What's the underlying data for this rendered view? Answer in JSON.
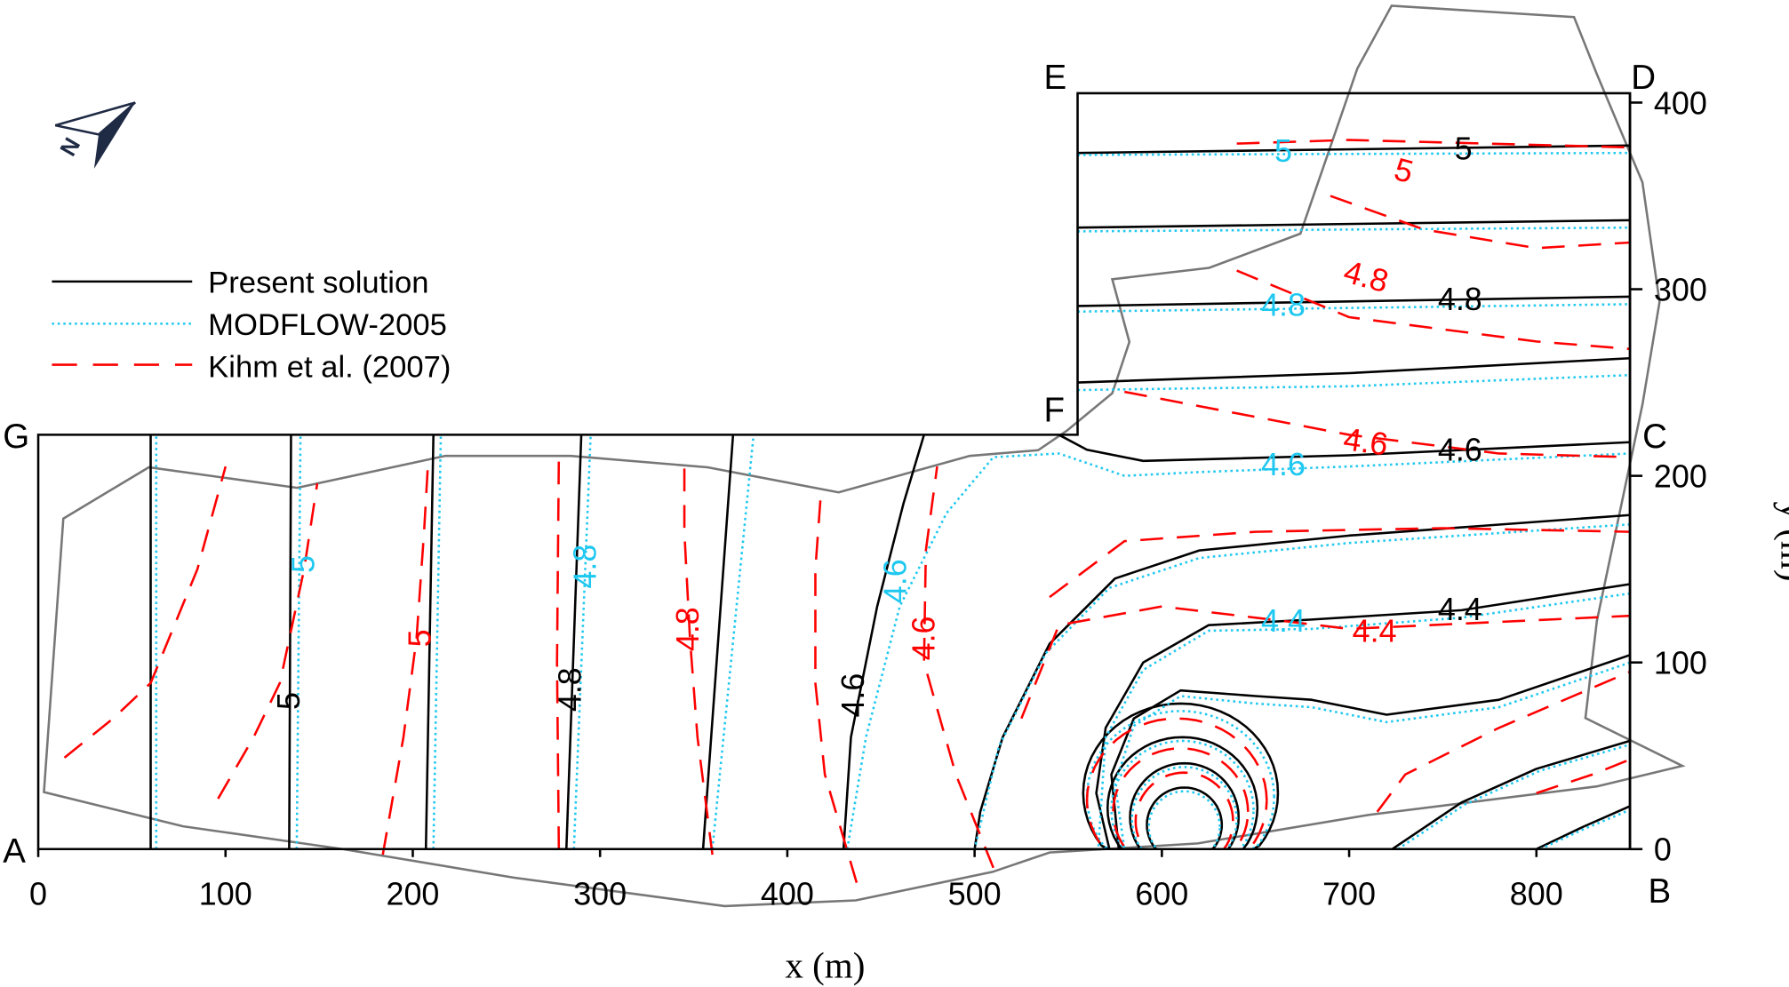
{
  "chart_data": {
    "type": "line",
    "subtype": "contour",
    "xlabel": "x (m)",
    "ylabel": "y (m)",
    "xlim": [
      0,
      850
    ],
    "ylim": [
      0,
      405
    ],
    "xticks": [
      "0",
      "100",
      "200",
      "300",
      "400",
      "500",
      "600",
      "700",
      "800"
    ],
    "xtick_values": [
      0,
      100,
      200,
      300,
      400,
      500,
      600,
      700,
      800
    ],
    "yticks": [
      "0",
      "100",
      "200",
      "300",
      "400"
    ],
    "ytick_values": [
      0,
      100,
      200,
      300,
      400
    ],
    "corners": {
      "A": "A",
      "B": "B",
      "C": "C",
      "D": "D",
      "E": "E",
      "F": "F",
      "G": "G"
    },
    "legend": {
      "placement": "top-left",
      "entries": [
        {
          "label": "Present solution",
          "color": "#000000",
          "style": "solid"
        },
        {
          "label": "MODFLOW-2005",
          "color": "#1ec8f0",
          "style": "dotted"
        },
        {
          "label": "Kihm et al. (2007)",
          "color": "#ff0000",
          "style": "dashed"
        }
      ]
    },
    "series": [
      {
        "name": "Present solution",
        "color": "#000000",
        "lines": [
          [
            [
              60,
              0
            ],
            [
              60,
              222
            ]
          ],
          [
            [
              134,
              0
            ],
            [
              135,
              222
            ]
          ],
          [
            [
              207,
              0
            ],
            [
              211,
              222
            ]
          ],
          [
            [
              282,
              0
            ],
            [
              290,
              222
            ]
          ],
          [
            [
              355,
              0
            ],
            [
              371,
              222
            ]
          ],
          [
            [
              430,
              0
            ],
            [
              434,
              60
            ],
            [
              448,
              130
            ],
            [
              462,
              185
            ],
            [
              473,
              222
            ]
          ],
          [
            [
              555,
              373
            ],
            [
              850,
              377
            ]
          ],
          [
            [
              555,
              333
            ],
            [
              850,
              337
            ]
          ],
          [
            [
              555,
              291
            ],
            [
              850,
              296
            ]
          ],
          [
            [
              555,
              250
            ],
            [
              700,
              255
            ],
            [
              850,
              263
            ]
          ],
          [
            [
              545,
              222
            ],
            [
              560,
              214
            ],
            [
              590,
              208
            ],
            [
              700,
              211
            ],
            [
              850,
              218
            ]
          ],
          [
            [
              850,
              179
            ],
            [
              700,
              168
            ],
            [
              620,
              160
            ],
            [
              575,
              145
            ],
            [
              540,
              110
            ],
            [
              515,
              60
            ],
            [
              503,
              20
            ],
            [
              500,
              0
            ]
          ],
          [
            [
              850,
              142
            ],
            [
              760,
              128
            ],
            [
              680,
              123
            ],
            [
              625,
              120
            ],
            [
              590,
              100
            ],
            [
              570,
              65
            ],
            [
              565,
              30
            ],
            [
              572,
              0
            ]
          ],
          [
            [
              850,
              104
            ],
            [
              780,
              80
            ],
            [
              720,
              72
            ],
            [
              680,
              80
            ],
            [
              650,
              82
            ],
            [
              610,
              85
            ],
            [
              585,
              70
            ],
            [
              573,
              40
            ],
            [
              577,
              0
            ]
          ],
          [
            [
              723,
              0
            ],
            [
              760,
              25
            ],
            [
              800,
              43
            ],
            [
              850,
              58
            ]
          ],
          [
            [
              800,
              0
            ],
            [
              825,
              12
            ],
            [
              850,
              23
            ]
          ]
        ],
        "loops": [
          [
            610,
            30,
            52,
            48
          ],
          [
            611,
            22,
            40,
            38
          ],
          [
            612,
            17,
            29,
            29
          ],
          [
            612,
            13,
            20,
            20
          ]
        ]
      },
      {
        "name": "MODFLOW-2005",
        "color": "#1ec8f0",
        "lines": [
          [
            [
              63,
              0
            ],
            [
              63,
              222
            ]
          ],
          [
            [
              138,
              0
            ],
            [
              140,
              222
            ]
          ],
          [
            [
              211,
              0
            ],
            [
              215,
              222
            ]
          ],
          [
            [
              286,
              0
            ],
            [
              295,
              222
            ]
          ],
          [
            [
              360,
              0
            ],
            [
              382,
              222
            ]
          ],
          [
            [
              432,
              0
            ],
            [
              442,
              60
            ],
            [
              460,
              130
            ],
            [
              485,
              180
            ],
            [
              510,
              210
            ],
            [
              545,
              212
            ],
            [
              580,
              200
            ],
            [
              620,
              202
            ],
            [
              700,
              205
            ],
            [
              850,
              212
            ]
          ],
          [
            [
              555,
              372
            ],
            [
              850,
              373
            ]
          ],
          [
            [
              555,
              331
            ],
            [
              850,
              333
            ]
          ],
          [
            [
              555,
              288
            ],
            [
              850,
              292
            ]
          ],
          [
            [
              555,
              246
            ],
            [
              700,
              248
            ],
            [
              850,
              254
            ]
          ],
          [
            [
              850,
              174
            ],
            [
              700,
              164
            ],
            [
              620,
              156
            ],
            [
              572,
              140
            ],
            [
              538,
              105
            ],
            [
              513,
              55
            ],
            [
              500,
              0
            ]
          ],
          [
            [
              850,
              137
            ],
            [
              760,
              124
            ],
            [
              680,
              118
            ],
            [
              625,
              117
            ],
            [
              590,
              96
            ],
            [
              570,
              60
            ],
            [
              566,
              0
            ]
          ],
          [
            [
              850,
              100
            ],
            [
              780,
              76
            ],
            [
              720,
              68
            ],
            [
              680,
              76
            ],
            [
              650,
              78
            ],
            [
              610,
              82
            ],
            [
              585,
              66
            ],
            [
              575,
              35
            ],
            [
              580,
              0
            ]
          ],
          [
            [
              726,
              0
            ],
            [
              762,
              24
            ],
            [
              802,
              42
            ],
            [
              850,
              56
            ]
          ],
          [
            [
              802,
              0
            ],
            [
              826,
              11
            ],
            [
              850,
              21
            ]
          ]
        ],
        "loops": [
          [
            610,
            28,
            50,
            46
          ],
          [
            611,
            21,
            38,
            37
          ],
          [
            612,
            16,
            28,
            28
          ],
          [
            612,
            12,
            19,
            19
          ]
        ]
      },
      {
        "name": "Kihm et al. (2007)",
        "color": "#ff0000",
        "lines": [
          [
            [
              14,
              49
            ],
            [
              40,
              70
            ],
            [
              60,
              89
            ],
            [
              85,
              150
            ],
            [
              100,
              205
            ]
          ],
          [
            [
              96,
              27
            ],
            [
              115,
              60
            ],
            [
              129,
              89
            ],
            [
              142,
              150
            ],
            [
              149,
              196
            ]
          ],
          [
            [
              184,
              -3
            ],
            [
              195,
              60
            ],
            [
              202,
              113
            ],
            [
              206,
              170
            ],
            [
              208,
              204
            ]
          ],
          [
            [
              278,
              0
            ],
            [
              277,
              100
            ],
            [
              278,
              210
            ]
          ],
          [
            [
              360,
              -3
            ],
            [
              352,
              60
            ],
            [
              348,
              113
            ],
            [
              345,
              170
            ],
            [
              345,
              210
            ]
          ],
          [
            [
              437,
              -18
            ],
            [
              420,
              40
            ],
            [
              415,
              89
            ],
            [
              415,
              150
            ],
            [
              418,
              192
            ]
          ],
          [
            [
              510,
              -10
            ],
            [
              490,
              40
            ],
            [
              473,
              100
            ],
            [
              474,
              160
            ],
            [
              480,
              205
            ]
          ],
          [
            [
              640,
              378
            ],
            [
              700,
              380
            ],
            [
              850,
              376
            ]
          ],
          [
            [
              690,
              350
            ],
            [
              740,
              332
            ],
            [
              800,
              322
            ],
            [
              850,
              325
            ]
          ],
          [
            [
              640,
              310
            ],
            [
              700,
              285
            ],
            [
              800,
              272
            ],
            [
              850,
              268
            ]
          ],
          [
            [
              580,
              245
            ],
            [
              700,
              222
            ],
            [
              780,
              212
            ],
            [
              850,
              210
            ]
          ],
          [
            [
              540,
              135
            ],
            [
              580,
              165
            ],
            [
              650,
              170
            ],
            [
              750,
              172
            ],
            [
              850,
              170
            ]
          ],
          [
            [
              525,
              70
            ],
            [
              545,
              120
            ],
            [
              600,
              130
            ],
            [
              700,
              118
            ],
            [
              850,
              125
            ]
          ],
          [
            [
              715,
              20
            ],
            [
              730,
              40
            ],
            [
              780,
              65
            ],
            [
              850,
              95
            ]
          ],
          [
            [
              800,
              30
            ],
            [
              830,
              40
            ],
            [
              850,
              48
            ]
          ]
        ],
        "loops": [
          [
            608,
            26,
            48,
            44
          ],
          [
            610,
            20,
            36,
            34
          ],
          [
            612,
            15,
            26,
            26
          ]
        ]
      }
    ],
    "contour_labels": [
      {
        "series": "Present solution",
        "value": "5"
      },
      {
        "series": "Present solution",
        "value": "4.8"
      },
      {
        "series": "Present solution",
        "value": "4.6"
      },
      {
        "series": "Present solution",
        "value": "5"
      },
      {
        "series": "Present solution",
        "value": "4.8"
      },
      {
        "series": "Present solution",
        "value": "4.6"
      },
      {
        "series": "Present solution",
        "value": "4.4"
      },
      {
        "series": "MODFLOW-2005",
        "value": "5"
      },
      {
        "series": "MODFLOW-2005",
        "value": "4.8"
      },
      {
        "series": "MODFLOW-2005",
        "value": "4.6"
      },
      {
        "series": "MODFLOW-2005",
        "value": "5"
      },
      {
        "series": "MODFLOW-2005",
        "value": "4.8"
      },
      {
        "series": "MODFLOW-2005",
        "value": "4.6"
      },
      {
        "series": "MODFLOW-2005",
        "value": "4.4"
      },
      {
        "series": "Kihm et al. (2007)",
        "value": "5"
      },
      {
        "series": "Kihm et al. (2007)",
        "value": "4.8"
      },
      {
        "series": "Kihm et al. (2007)",
        "value": "4.6"
      },
      {
        "series": "Kihm et al. (2007)",
        "value": "5"
      },
      {
        "series": "Kihm et al. (2007)",
        "value": "4.8"
      },
      {
        "series": "Kihm et al. (2007)",
        "value": "4.6"
      },
      {
        "series": "Kihm et al. (2007)",
        "value": "4.4"
      }
    ],
    "north_arrow": "N"
  }
}
